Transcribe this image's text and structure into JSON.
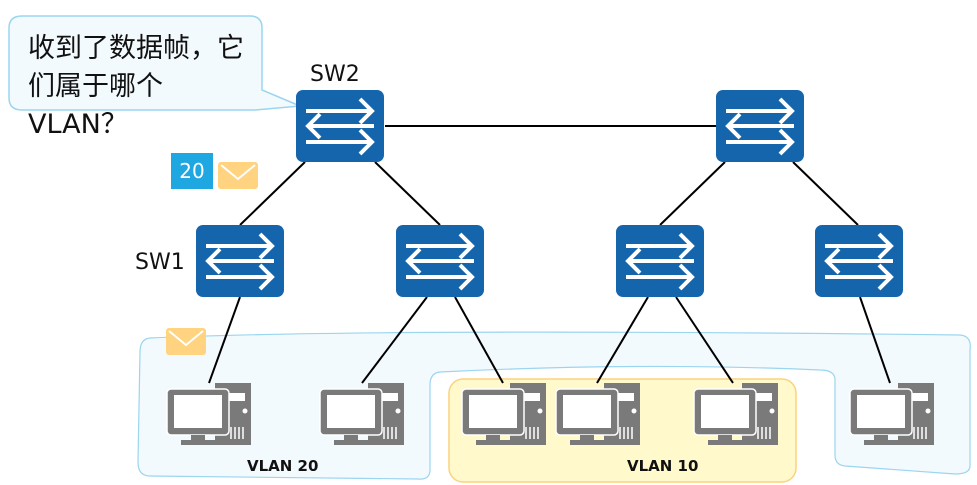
{
  "bubble": {
    "line1": "收到了数据帧，它",
    "line2": "们属于哪个VLAN？"
  },
  "switches": [
    {
      "id": "sw2",
      "label": "SW2"
    },
    {
      "id": "sw-top-right",
      "label": ""
    },
    {
      "id": "sw1",
      "label": "SW1"
    },
    {
      "id": "sw-mid-2",
      "label": ""
    },
    {
      "id": "sw-mid-3",
      "label": ""
    },
    {
      "id": "sw-mid-4",
      "label": ""
    }
  ],
  "frame_tag": {
    "vlan_id": "20"
  },
  "vlans": [
    {
      "name": "VLAN 20",
      "color": "#f3fafe",
      "border": "#9bd5ef"
    },
    {
      "name": "VLAN 10",
      "color": "#fff9cc",
      "border": "#fcd27e"
    }
  ],
  "colors": {
    "switch": "#1565ad",
    "pc": "#7a7a7a",
    "envelope": "#ffd37f",
    "tag": "#1ea7e1"
  }
}
